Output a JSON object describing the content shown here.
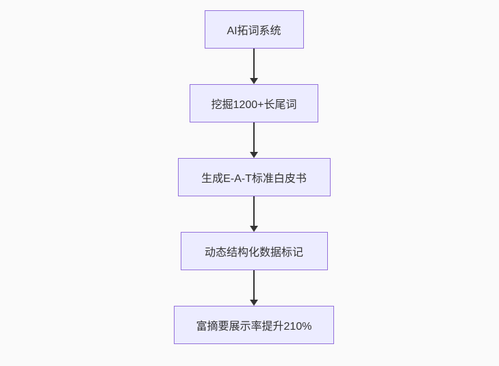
{
  "diagram": {
    "type": "flowchart-top-down",
    "colors": {
      "background": "#fafafa",
      "node_fill": "#ECECFF",
      "node_border": "#9370DB",
      "arrow": "#333333",
      "text": "#333333"
    },
    "nodes": [
      {
        "id": "n1",
        "label": "AI拓词系统"
      },
      {
        "id": "n2",
        "label": "挖掘1200+长尾词"
      },
      {
        "id": "n3",
        "label": "生成E-A-T标准白皮书"
      },
      {
        "id": "n4",
        "label": "动态结构化数据标记"
      },
      {
        "id": "n5",
        "label": "富摘要展示率提升210%"
      }
    ],
    "edges": [
      {
        "from": "n1",
        "to": "n2"
      },
      {
        "from": "n2",
        "to": "n3"
      },
      {
        "from": "n3",
        "to": "n4"
      },
      {
        "from": "n4",
        "to": "n5"
      }
    ]
  }
}
